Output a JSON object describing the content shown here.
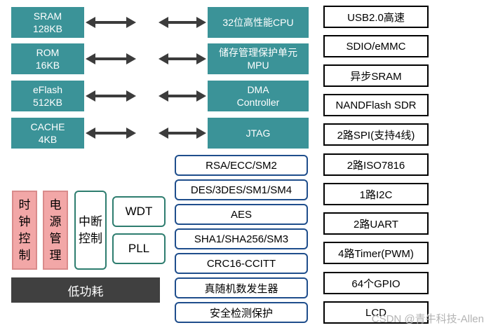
{
  "memory_blocks": [
    {
      "line1": "SRAM",
      "line2": "128KB"
    },
    {
      "line1": "ROM",
      "line2": "16KB"
    },
    {
      "line1": "eFlash",
      "line2": "512KB"
    },
    {
      "line1": "CACHE",
      "line2": "4KB"
    }
  ],
  "core_blocks": [
    {
      "line1": "32位高性能CPU",
      "line2": ""
    },
    {
      "line1": "储存管理保护单元",
      "line2": "MPU"
    },
    {
      "line1": "DMA",
      "line2": "Controller"
    },
    {
      "line1": "JTAG",
      "line2": ""
    }
  ],
  "security_blocks": [
    "RSA/ECC/SM2",
    "DES/3DES/SM1/SM4",
    "AES",
    "SHA1/SHA256/SM3",
    "CRC16-CCITT",
    "真随机数发生器",
    "安全检测保护"
  ],
  "peripherals": [
    "USB2.0高速",
    "SDIO/eMMC",
    "异步SRAM",
    "NANDFlash SDR",
    "2路SPI(支持4线)",
    "2路ISO7816",
    "1路I2C",
    "2路UART",
    "4路Timer(PWM)",
    "64个GPIO",
    "LCD"
  ],
  "misc": {
    "clock_control": "时钟控制",
    "power_management": "电源管理",
    "interrupt_control": "中断控制",
    "wdt": "WDT",
    "pll": "PLL",
    "low_power": "低功耗"
  },
  "watermark": "CSDN @青牛科技-Allen",
  "colors": {
    "teal": "#3b9398",
    "pink": "#f2a7a7",
    "dark": "#404040",
    "blue_border": "#1f4e8c",
    "green_border": "#2e7d6f"
  }
}
